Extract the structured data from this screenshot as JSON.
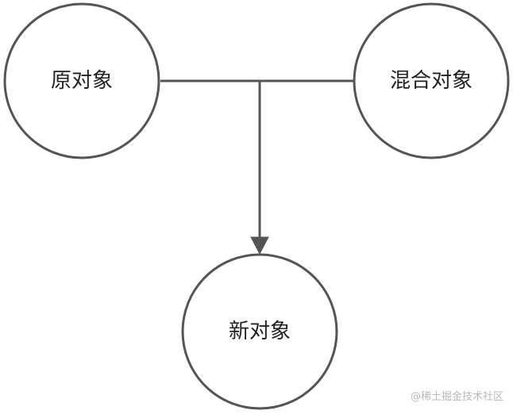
{
  "nodes": {
    "source": {
      "label": "原对象"
    },
    "mixin": {
      "label": "混合对象"
    },
    "result": {
      "label": "新对象"
    }
  },
  "watermark": "@稀土掘金技术社区",
  "colors": {
    "stroke": "#555555",
    "text": "#222222",
    "watermark": "#b8b8b8"
  }
}
